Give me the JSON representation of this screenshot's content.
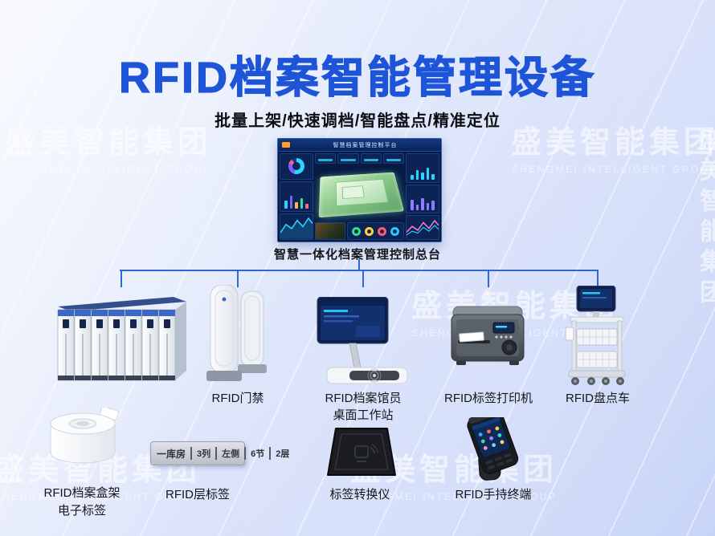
{
  "page": {
    "title": "RFID档案智能管理设备",
    "subtitle": "批量上架/快速调档/智能盘点/精准定位"
  },
  "watermark": {
    "cn": "盛美智能集团",
    "en": "SHENGMEI INTELLIGENT GROUP"
  },
  "console": {
    "screen_header": "智慧档案管理控制平台",
    "caption": "智慧一体化档案管理控制总台"
  },
  "devices": {
    "gate": {
      "label": "RFID门禁"
    },
    "workstation": {
      "label_line1": "RFID档案馆员",
      "label_line2": "桌面工作站"
    },
    "printer": {
      "label": "RFID标签打印机"
    },
    "cart": {
      "label": "RFID盘点车"
    },
    "box_tag": {
      "label_line1": "RFID档案盒架",
      "label_line2": "电子标签"
    },
    "shelf_tag": {
      "label": "RFID层标签",
      "strip": [
        "一库房",
        "3列",
        "左侧",
        "6节",
        "2层"
      ]
    },
    "converter": {
      "label": "标签转换仪"
    },
    "handheld": {
      "label": "RFID手持终端"
    }
  },
  "colors": {
    "title_blue": "#1e55d8",
    "connector_blue": "#3166d8",
    "background_top": "#f4f7fe",
    "background_bottom": "#bccbf5"
  }
}
